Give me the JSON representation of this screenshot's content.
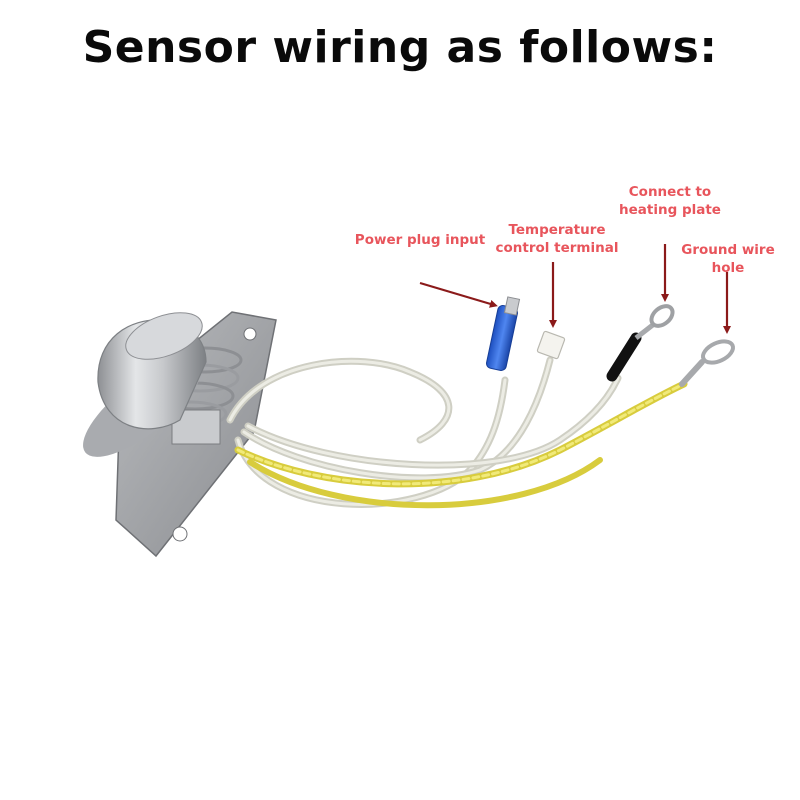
{
  "title": "Sensor wiring as follows:",
  "labels": {
    "power_plug_input": "Power plug input",
    "temperature_control_terminal": "Temperature control terminal",
    "connect_to_heating_plate": "Connect to heating plate",
    "ground_wire_hole": "Ground wire hole"
  },
  "colors": {
    "label": "#e8555c",
    "arrow": "#8b1a1a",
    "title": "#0a0a0a",
    "wire_white": "#d9d9cf",
    "wire_yellow": "#e3d84e",
    "connector_blue": "#2a63d8"
  }
}
